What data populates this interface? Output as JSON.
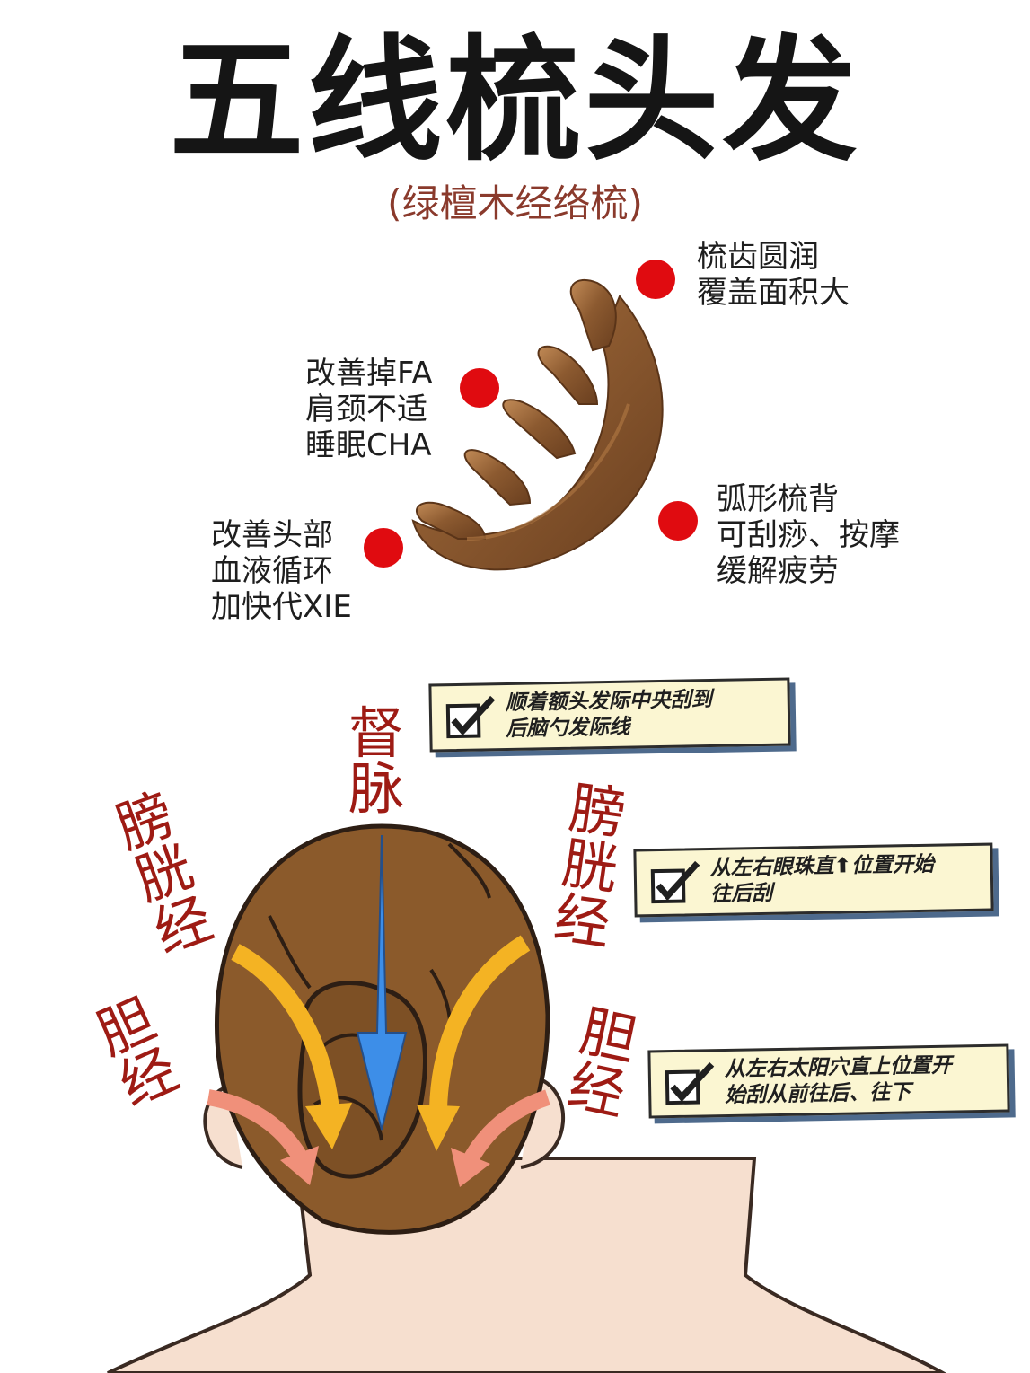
{
  "title": "五线梳头发",
  "subtitle": "(绿檀木经络梳)",
  "comb_notes": {
    "top_right": [
      "梳齿圆润",
      "覆盖面积大"
    ],
    "middle_left": [
      "改善掉FA",
      "肩颈不适",
      "睡眠CHA"
    ],
    "bottom_left": [
      "改善头部",
      "血液循环",
      "加快代XIE"
    ],
    "bottom_right": [
      "弧形梳背",
      "可刮痧、按摩",
      "缓解疲劳"
    ]
  },
  "meridians": {
    "du": [
      "督",
      "脉"
    ],
    "bladder_left": [
      "膀",
      "胱",
      "经"
    ],
    "bladder_right": [
      "膀",
      "胱",
      "经"
    ],
    "gallbladder_left": [
      "胆",
      "经"
    ],
    "gallbladder_right": [
      "胆",
      "经"
    ]
  },
  "tips": {
    "du": [
      "顺着额头发际中央刮到",
      "后脑勺发际线"
    ],
    "bladder": [
      "从左右眼珠直⬆位置开始",
      "往后刮"
    ],
    "gallbladder": [
      "从左右太阳穴直上位置开",
      "始刮从前往后、往下"
    ]
  },
  "colors": {
    "dot": "#e00b10",
    "meridian_label": "#9e1b14",
    "du_arrow": "#3d8ee8",
    "bladder_arrow": "#f4b323",
    "gallbladder_arrow": "#f0907a",
    "hair": "#8b5a2b",
    "skin": "#f6dfcf",
    "tip_bg": "#fbf6d2"
  },
  "icons": [
    "check-icon",
    "comb-illustration",
    "head-illustration"
  ]
}
